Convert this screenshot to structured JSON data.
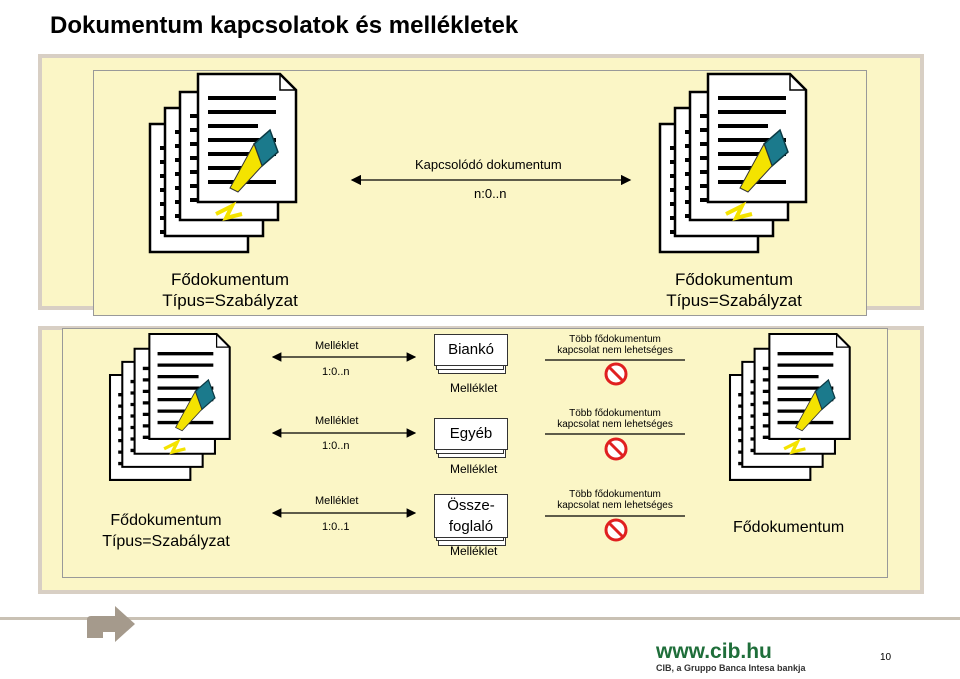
{
  "slide": {
    "title": "Dokumentum kapcsolatok és mellékletek",
    "page_number": "10"
  },
  "top_panel": {
    "left_doc_label": [
      "Fődokumentum",
      "Típus=Szabályzat"
    ],
    "right_doc_label": [
      "Fődokumentum",
      "Típus=Szabályzat"
    ],
    "relation_label": "Kapcsolódó dokumentum",
    "relation_cardinality": "n:0..n"
  },
  "bottom_panel": {
    "left_doc_label": [
      "Fődokumentum",
      "Típus=Szabályzat"
    ],
    "right_doc_label": "Fődokumentum",
    "rows": [
      {
        "relation_label": "Melléklet",
        "cardinality": "1:0..n",
        "box_label": "Biankó",
        "box_caption": "Melléklet",
        "note": [
          "Több fődokumentum",
          "kapcsolat nem lehetséges"
        ]
      },
      {
        "relation_label": "Melléklet",
        "cardinality": "1:0..n",
        "box_label": "Egyéb",
        "box_caption": "Melléklet",
        "note": [
          "Több fődokumentum",
          "kapcsolat nem lehetséges"
        ]
      },
      {
        "relation_label": "Melléklet",
        "cardinality": "1:0..1",
        "box_label_lines": [
          "Össze-",
          "foglaló"
        ],
        "box_caption": "Melléklet",
        "note": [
          "Több fődokumentum",
          "kapcsolat nem lehetséges"
        ]
      }
    ]
  },
  "footer": {
    "url": "www.cib.hu",
    "tagline": "CIB, a Gruppo Banca Intesa bankja"
  },
  "colors": {
    "panel_fill": "#fbf6c6",
    "panel_border": "#d8cfc4",
    "doc_pen_blue": "#1b7a8c",
    "doc_pen_yellow": "#f4e300",
    "no_sign_red": "#e02020",
    "arrow_grey": "#a59a8c",
    "logo_green": "#1f6e3a"
  },
  "icons": [
    "document-stack-icon",
    "prohibited-icon",
    "next-arrow-icon"
  ]
}
